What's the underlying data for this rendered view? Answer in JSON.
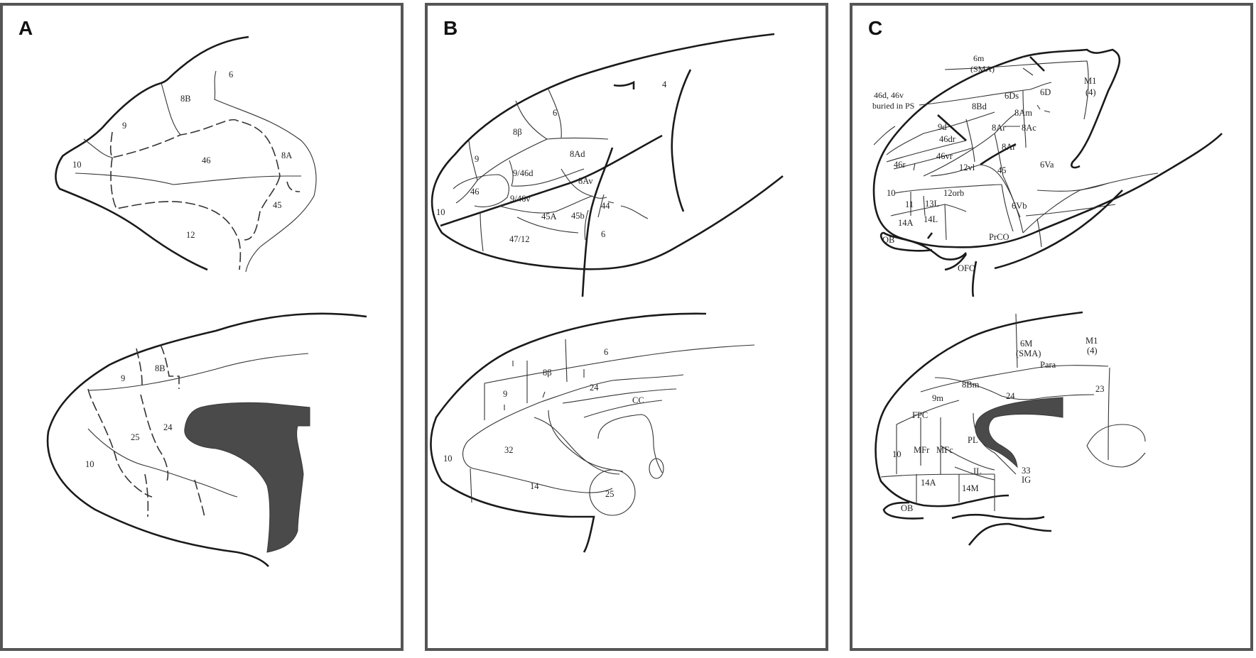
{
  "panels": [
    {
      "letter": "A",
      "lateral_labels": [
        "6",
        "8B",
        "9",
        "46",
        "8A",
        "10",
        "45",
        "12"
      ],
      "medial_labels": [
        "9",
        "8B",
        "24",
        "25",
        "10"
      ]
    },
    {
      "letter": "B",
      "lateral_labels": [
        "4",
        "8β",
        "6",
        "9",
        "8Ad",
        "9/46d",
        "8Av",
        "46",
        "9/46v",
        "44",
        "10",
        "45A",
        "45b",
        "47/12",
        "6"
      ],
      "medial_labels": [
        "6",
        "8β",
        "9",
        "24",
        "CC",
        "10",
        "32",
        "14",
        "25"
      ]
    },
    {
      "letter": "C",
      "lateral_labels": [
        "6m",
        "(SMA)",
        "M1",
        "(4)",
        "6D",
        "6Ds",
        "8Bd",
        "8Am",
        "46d, 46v",
        "buried in PS",
        "9d",
        "8Ar",
        "8Ac",
        "46dr",
        "8Ar",
        "6Va",
        "46r",
        "46vr",
        "12vl",
        "45",
        "10",
        "12orb",
        "11",
        "13L",
        "6Vb",
        "14A",
        "14L",
        "PrCO",
        "OB",
        "OFO"
      ],
      "medial_labels": [
        "M1",
        "(4)",
        "6M",
        "(SMA)",
        "Para",
        "8Bm",
        "23",
        "9m",
        "24",
        "FPC",
        "PL",
        "MFr",
        "MFc",
        "10",
        "33",
        "IL",
        "IG",
        "14A",
        "14M",
        "OB"
      ]
    }
  ]
}
